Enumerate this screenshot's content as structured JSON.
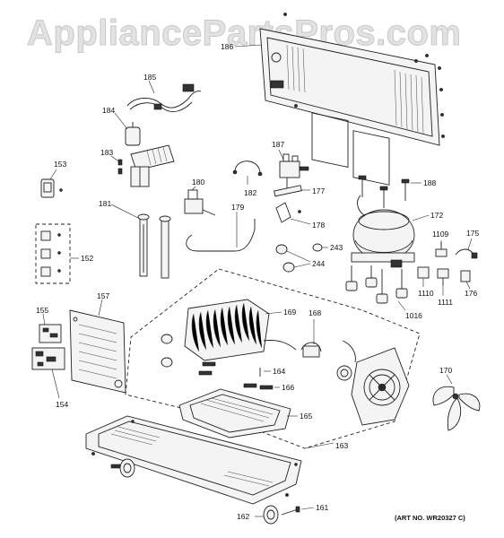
{
  "watermark": "AppliancePartsPros.com",
  "art_number": "(ART NO. WR20327 C)",
  "callouts": {
    "p186": "186",
    "p185": "185",
    "p184": "184",
    "p183": "183",
    "p153": "153",
    "p187": "187",
    "p188": "188",
    "p180": "180",
    "p182": "182",
    "p177": "177",
    "p172": "172",
    "p181": "181",
    "p179": "179",
    "p178": "178",
    "p1109": "1109",
    "p175": "175",
    "p243": "243",
    "p152": "152",
    "p244": "244",
    "p1110": "1110",
    "p1111": "1111",
    "p176": "176",
    "p157": "157",
    "p168": "168",
    "p169": "169",
    "p1016": "1016",
    "p155": "155",
    "p164": "164",
    "p170": "170",
    "p166": "166",
    "p154": "154",
    "p165": "165",
    "p163": "163",
    "p161": "161",
    "p162": "162"
  }
}
